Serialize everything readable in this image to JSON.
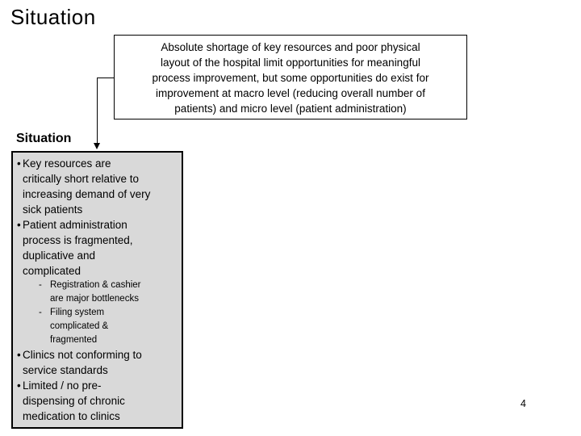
{
  "slide": {
    "title": "Situation",
    "summary_box": {
      "lines": [
        "Absolute shortage of key resources and poor physical",
        "layout of the hospital limit opportunities for meaningful",
        "process improvement, but some opportunities do exist for",
        "improvement at macro level (reducing overall number of",
        "patients) and micro level (patient administration)"
      ]
    },
    "section_heading": "Situation",
    "panel": {
      "bullets": [
        {
          "level": 1,
          "lines": [
            "Key resources are",
            "critically short relative to",
            "increasing demand of very",
            "sick patients"
          ]
        },
        {
          "level": 1,
          "lines": [
            "Patient administration",
            "process is fragmented,",
            "duplicative and",
            "complicated"
          ]
        },
        {
          "level": 2,
          "lines": [
            "Registration & cashier",
            "are major bottlenecks"
          ]
        },
        {
          "level": 2,
          "lines": [
            "Filing system",
            "complicated &",
            "fragmented"
          ]
        },
        {
          "level": 1,
          "lines": [
            "Clinics not conforming to",
            "service standards"
          ]
        },
        {
          "level": 1,
          "lines": [
            "Limited / no pre-",
            "dispensing of chronic",
            "medication to clinics"
          ]
        }
      ]
    },
    "page_number": "4",
    "colors": {
      "panel_fill": "#d9d9d9",
      "border": "#000000",
      "background": "#ffffff",
      "text": "#000000"
    }
  }
}
